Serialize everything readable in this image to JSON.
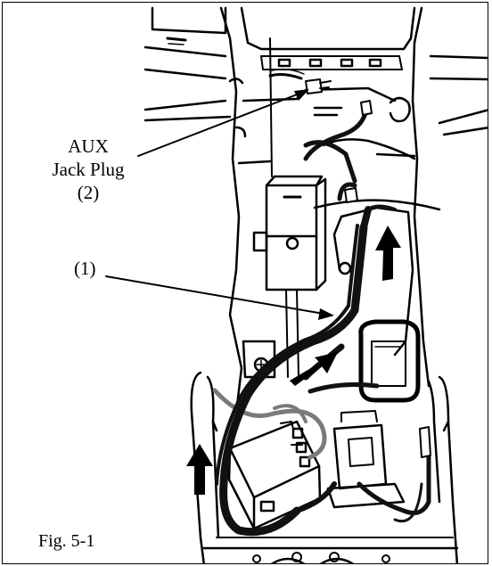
{
  "labels": {
    "aux_line1": "AUX",
    "aux_line2": "Jack Plug",
    "aux_line3": "(2)",
    "callout_1": "(1)",
    "figure": "Fig. 5-1"
  },
  "colors": {
    "line": "#000000",
    "cable": "#111111",
    "gray_cable": "#7a7a7a",
    "background": "#ffffff"
  }
}
